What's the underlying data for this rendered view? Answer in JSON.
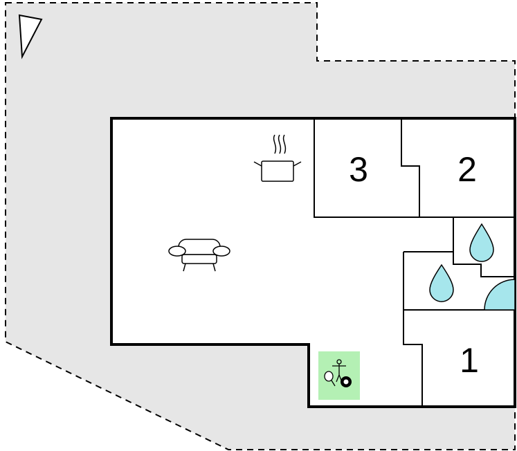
{
  "floor_plan": {
    "colors": {
      "plot_fill": "#e6e6e6",
      "house_fill": "#ffffff",
      "wall": "#000000",
      "water": "#a6e6ec",
      "games_bg": "#b4f0b4"
    },
    "rooms": [
      {
        "label": "3",
        "type": "bedroom"
      },
      {
        "label": "2",
        "type": "bedroom"
      },
      {
        "label": "1",
        "type": "bedroom"
      }
    ],
    "icons": [
      "north-arrow-icon",
      "cooking-pot-icon",
      "sofa-icon",
      "water-drop-icon",
      "water-drop-icon",
      "shower-icon",
      "games-icon"
    ]
  }
}
